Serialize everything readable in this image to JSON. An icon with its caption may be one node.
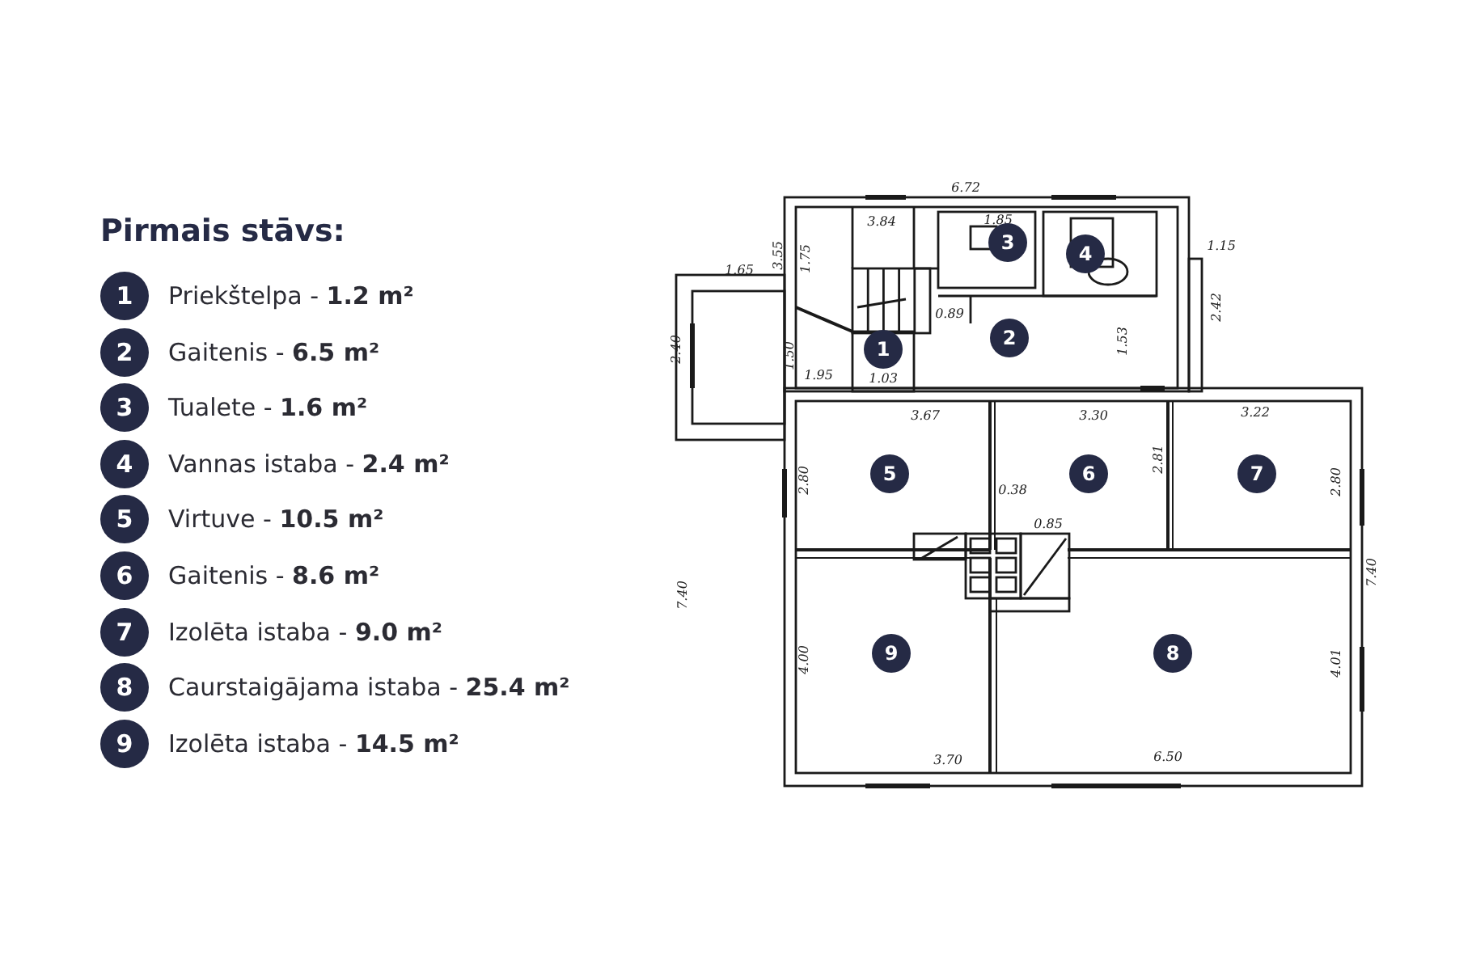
{
  "diagram": {
    "title": "Pirmais stāvs:",
    "labels": [
      "1",
      "Priekštelpa - **1.2 m²**",
      "2",
      "Gaitenis - **6.5 m²**",
      "3",
      "Tualete - **1.6 m²**",
      "4",
      "Vannas istaba - **2.4 m²**",
      "5",
      "Virtuve - **10.5 m²**",
      "6",
      "Gaitenis - **8.6 m²**",
      "7",
      "Izolēta istaba - **9.0 m²**",
      "8",
      "Caurstaigājama istaba - **25.4 m²**",
      "9",
      "Izolēta istaba - **14.5 m²**",
      "6.72",
      "3.84",
      "1.85",
      "1.65",
      "3.55",
      "1.75",
      "3",
      "4",
      "0.89",
      "1.15",
      "2.42",
      "2.40",
      "1.50",
      "2",
      "1.53",
      "1",
      "1.95",
      "1.03",
      "3.67",
      "3.30",
      "3.22",
      "2.80",
      "5",
      "6",
      "7",
      "2.81",
      "2.80",
      "0.38",
      "0.85",
      "7.40",
      "7.40",
      "4.00",
      "9",
      "8",
      "4.01",
      "3.70",
      "6.50"
    ]
  }
}
